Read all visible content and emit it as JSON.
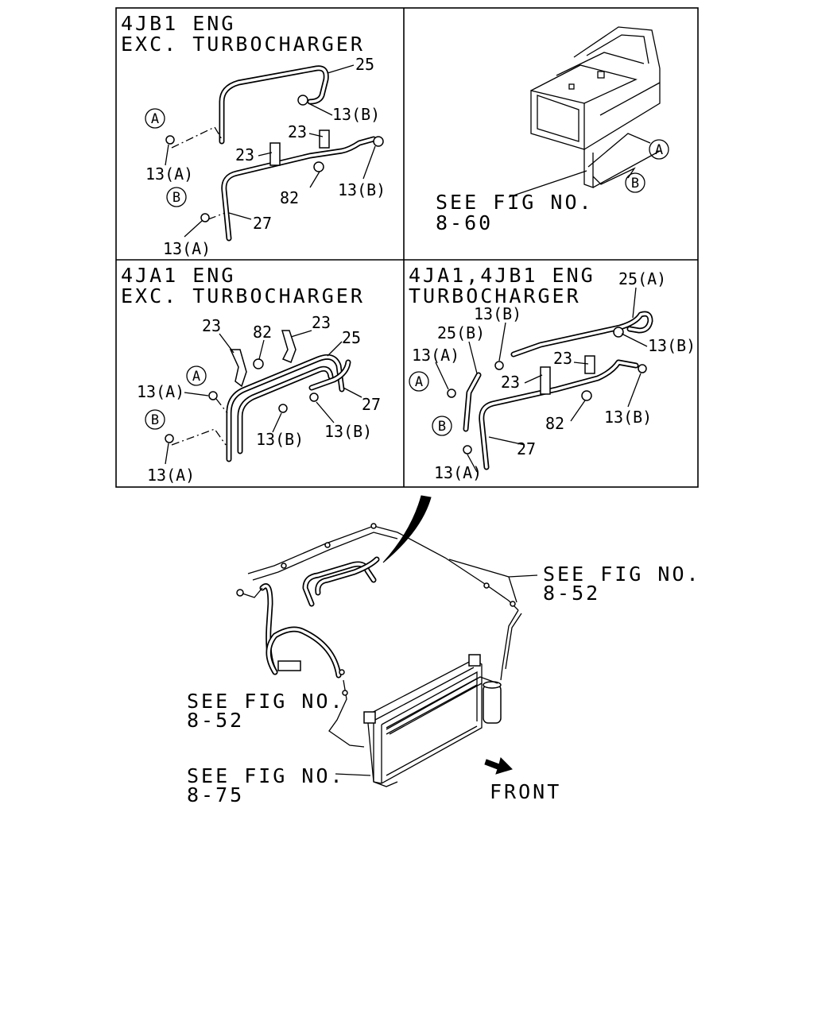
{
  "panels": {
    "top_left": {
      "title_line1": "4JB1 ENG",
      "title_line2": "EXC. TURBOCHARGER",
      "callouts": [
        "25",
        "13(B)",
        "23",
        "23",
        "13(A)",
        "82",
        "13(B)",
        "27",
        "13(A)"
      ],
      "markers": [
        "A",
        "B"
      ]
    },
    "top_right": {
      "ref_line1": "SEE FIG NO.",
      "ref_line2": "8-60",
      "markers": [
        "A",
        "B"
      ]
    },
    "bottom_left": {
      "title_line1": "4JA1 ENG",
      "title_line2": "EXC. TURBOCHARGER",
      "callouts": [
        "23",
        "82",
        "23",
        "25",
        "13(A)",
        "27",
        "13(B)",
        "13(B)",
        "13(A)"
      ],
      "markers": [
        "A",
        "B"
      ]
    },
    "bottom_right": {
      "title_line1": "4JA1,4JB1 ENG",
      "title_line2": "TURBOCHARGER",
      "callouts": [
        "25(A)",
        "13(B)",
        "25(B)",
        "13(A)",
        "13(B)",
        "23",
        "23",
        "82",
        "13(B)",
        "27",
        "13(A)"
      ],
      "markers": [
        "A",
        "B"
      ]
    }
  },
  "overview": {
    "ref_top_right_1": "SEE FIG NO.",
    "ref_top_right_2": "8-52",
    "ref_left_1": "SEE FIG NO.",
    "ref_left_2": "8-52",
    "ref_bottom_1": "SEE FIG NO.",
    "ref_bottom_2": "8-75",
    "front_label": "FRONT"
  }
}
